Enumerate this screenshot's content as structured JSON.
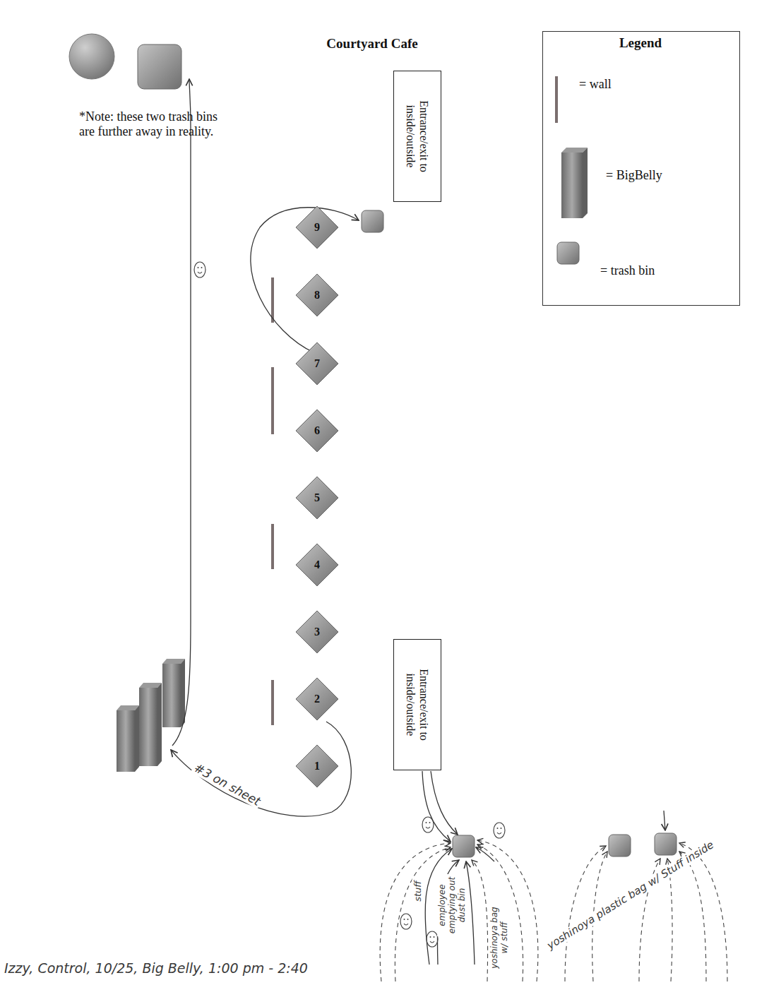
{
  "diagram": {
    "title": "Courtyard Cafe",
    "nodes": [
      {
        "text": [
          "Entrance/exit to inside/outside"
        ]
      },
      {
        "text": [
          "9"
        ]
      },
      {
        "text": [
          "8"
        ]
      },
      {
        "text": [
          "7"
        ]
      },
      {
        "text": [
          "6"
        ]
      },
      {
        "text": [
          "5"
        ]
      },
      {
        "text": [
          "4"
        ]
      },
      {
        "text": [
          "3"
        ]
      },
      {
        "text": [
          "2"
        ]
      },
      {
        "text": [
          "1"
        ]
      },
      {
        "text": [
          "Entrance/exit to inside/outside"
        ]
      }
    ],
    "labels": [
      "Legend",
      "*Note: these two trash bins are further away in reality.",
      "#3 on sheet",
      "stuff",
      "employee emptying out dust bin",
      "yoshinoya bag w/ stuff",
      "yoshinoya plastic bag w/ Stuff inside",
      "Izzy, Control, 10/25, Big Belly, 1:00 pm - 2:40"
    ],
    "legend": [
      {
        "text": "= wall"
      },
      {
        "text": "= BigBelly"
      },
      {
        "text": "= trash bin"
      }
    ]
  }
}
